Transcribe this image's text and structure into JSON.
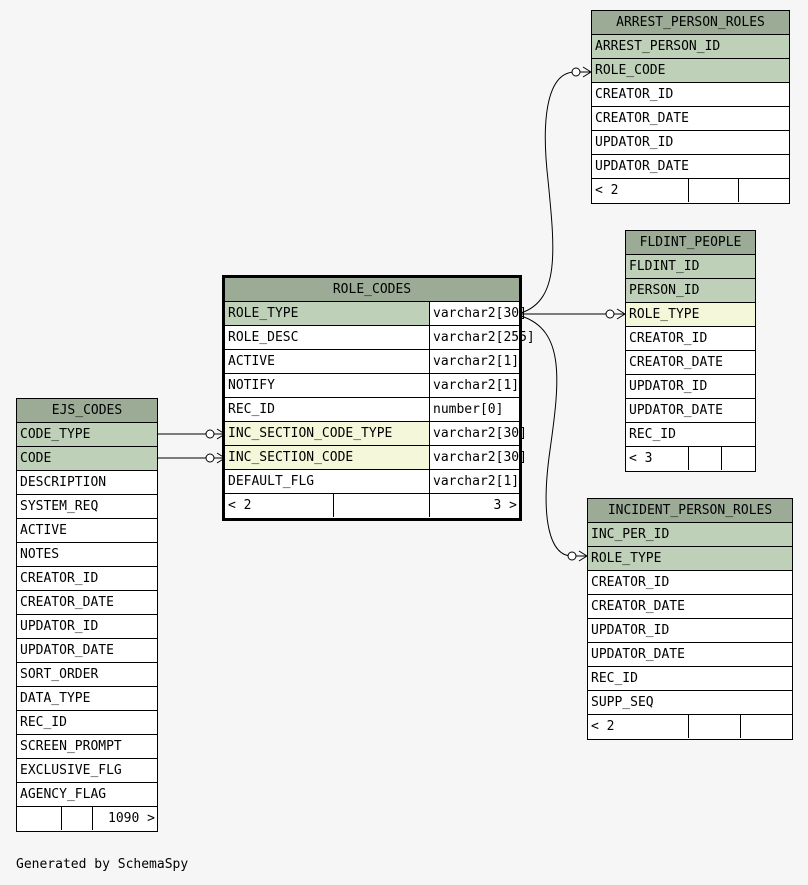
{
  "tables": {
    "arrest_person_roles": {
      "name": "ARREST_PERSON_ROLES",
      "columns": [
        {
          "name": "ARREST_PERSON_ID",
          "kind": "pk"
        },
        {
          "name": "ROLE_CODE",
          "kind": "pk"
        },
        {
          "name": "CREATOR_ID",
          "kind": "normal"
        },
        {
          "name": "CREATOR_DATE",
          "kind": "normal"
        },
        {
          "name": "UPDATOR_ID",
          "kind": "normal"
        },
        {
          "name": "UPDATOR_DATE",
          "kind": "normal"
        }
      ],
      "footer": [
        "< 2",
        "",
        ""
      ]
    },
    "fldint_people": {
      "name": "FLDINT_PEOPLE",
      "columns": [
        {
          "name": "FLDINT_ID",
          "kind": "pk"
        },
        {
          "name": "PERSON_ID",
          "kind": "pk"
        },
        {
          "name": "ROLE_TYPE",
          "kind": "fk"
        },
        {
          "name": "CREATOR_ID",
          "kind": "normal"
        },
        {
          "name": "CREATOR_DATE",
          "kind": "normal"
        },
        {
          "name": "UPDATOR_ID",
          "kind": "normal"
        },
        {
          "name": "UPDATOR_DATE",
          "kind": "normal"
        },
        {
          "name": "REC_ID",
          "kind": "normal"
        }
      ],
      "footer": [
        "< 3",
        "",
        ""
      ]
    },
    "role_codes": {
      "name": "ROLE_CODES",
      "columns": [
        {
          "name": "ROLE_TYPE",
          "type": "varchar2[30]",
          "kind": "pk"
        },
        {
          "name": "ROLE_DESC",
          "type": "varchar2[255]",
          "kind": "normal"
        },
        {
          "name": "ACTIVE",
          "type": "varchar2[1]",
          "kind": "normal"
        },
        {
          "name": "NOTIFY",
          "type": "varchar2[1]",
          "kind": "normal"
        },
        {
          "name": "REC_ID",
          "type": "number[0]",
          "kind": "normal"
        },
        {
          "name": "INC_SECTION_CODE_TYPE",
          "type": "varchar2[30]",
          "kind": "fk"
        },
        {
          "name": "INC_SECTION_CODE",
          "type": "varchar2[30]",
          "kind": "fk"
        },
        {
          "name": "DEFAULT_FLG",
          "type": "varchar2[1]",
          "kind": "normal"
        }
      ],
      "footer": [
        "< 2",
        "",
        "3 >"
      ]
    },
    "ejs_codes": {
      "name": "EJS_CODES",
      "columns": [
        {
          "name": "CODE_TYPE",
          "kind": "pk"
        },
        {
          "name": "CODE",
          "kind": "pk"
        },
        {
          "name": "DESCRIPTION",
          "kind": "normal"
        },
        {
          "name": "SYSTEM_REQ",
          "kind": "normal"
        },
        {
          "name": "ACTIVE",
          "kind": "normal"
        },
        {
          "name": "NOTES",
          "kind": "normal"
        },
        {
          "name": "CREATOR_ID",
          "kind": "normal"
        },
        {
          "name": "CREATOR_DATE",
          "kind": "normal"
        },
        {
          "name": "UPDATOR_ID",
          "kind": "normal"
        },
        {
          "name": "UPDATOR_DATE",
          "kind": "normal"
        },
        {
          "name": "SORT_ORDER",
          "kind": "normal"
        },
        {
          "name": "DATA_TYPE",
          "kind": "normal"
        },
        {
          "name": "REC_ID",
          "kind": "normal"
        },
        {
          "name": "SCREEN_PROMPT",
          "kind": "normal"
        },
        {
          "name": "EXCLUSIVE_FLG",
          "kind": "normal"
        },
        {
          "name": "AGENCY_FLAG",
          "kind": "normal"
        }
      ],
      "footer": [
        "",
        "",
        "1090 >"
      ]
    },
    "incident_person_roles": {
      "name": "INCIDENT_PERSON_ROLES",
      "columns": [
        {
          "name": "INC_PER_ID",
          "kind": "pk"
        },
        {
          "name": "ROLE_TYPE",
          "kind": "pk"
        },
        {
          "name": "CREATOR_ID",
          "kind": "normal"
        },
        {
          "name": "CREATOR_DATE",
          "kind": "normal"
        },
        {
          "name": "UPDATOR_ID",
          "kind": "normal"
        },
        {
          "name": "UPDATOR_DATE",
          "kind": "normal"
        },
        {
          "name": "REC_ID",
          "kind": "normal"
        },
        {
          "name": "SUPP_SEQ",
          "kind": "normal"
        }
      ],
      "footer": [
        "< 2",
        "",
        ""
      ]
    }
  },
  "footer_text": "Generated by SchemaSpy",
  "colors": {
    "background": "#f6f6f6",
    "title": "#9bab96",
    "primary_key": "#bed1b8",
    "foreign_key": "#f4f7da",
    "normal": "#ffffff"
  }
}
